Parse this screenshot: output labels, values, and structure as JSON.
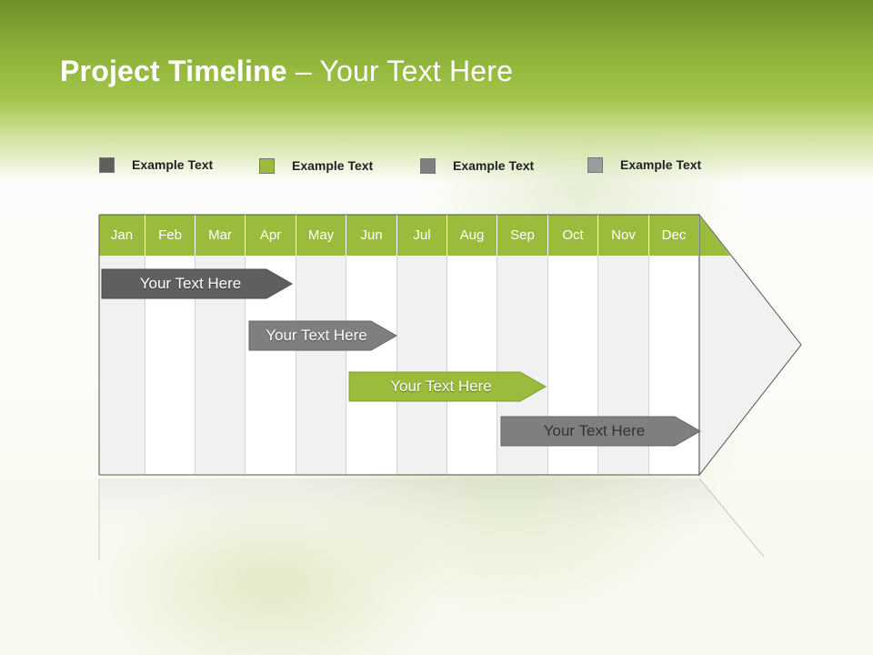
{
  "title": {
    "bold": "Project Timeline",
    "rest": " – Your Text Here"
  },
  "legend": [
    {
      "label": "Example Text",
      "color": "#5f5f5f"
    },
    {
      "label": "Example Text",
      "color": "#9bbb3c"
    },
    {
      "label": "Example Text",
      "color": "#7f7f7f"
    },
    {
      "label": "Example Text",
      "color": "#9c9c9c"
    }
  ],
  "months": [
    "Jan",
    "Feb",
    "Mar",
    "Apr",
    "May",
    "Jun",
    "Jul",
    "Aug",
    "Sep",
    "Oct",
    "Nov",
    "Dec"
  ],
  "tasks": [
    {
      "label": "Your  Text Here",
      "color": "#5f5f5f"
    },
    {
      "label": "Your  Text Here",
      "color": "#7f7f7f"
    },
    {
      "label": "Your  Text Here",
      "color": "#9bbb3c"
    },
    {
      "label": "Your  Text Here",
      "color": "#7f7f7f"
    }
  ],
  "colors": {
    "header_green": "#9bbb3c",
    "grid_shade": "#f1f1f1",
    "grid_border": "#d2d2d2"
  }
}
